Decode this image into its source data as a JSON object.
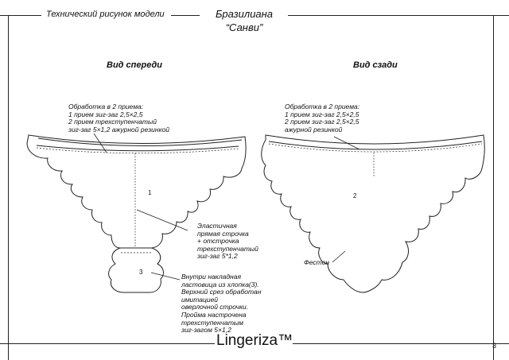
{
  "header": {
    "left_title": "Технический рисунок модели",
    "model_type": "Бразилиана",
    "model_name": "“Санви”"
  },
  "views": {
    "front": {
      "title": "Вид спереди",
      "part_number": "1",
      "gusset_number": "3",
      "waist_note": [
        "Обработка в 2 приема:",
        "1 прием зиг-заг 2,5×2,5",
        "2 прием трехступенчатый",
        "зиг-заг 5×1,2 ажурной резинкой"
      ],
      "seam_note": [
        "Эластичная",
        "прямая строчка",
        "+ отстрочка",
        "трехступенчатый",
        "зиг-заг 5*1,2"
      ],
      "gusset_note": [
        "Внутри накладная",
        "ластовица из хлопка(3).",
        "Верхний срез обработан",
        "имитацией",
        "оверлочной строчки.",
        "Пройма настрочена",
        "трехступенчатым",
        "зиг-загом 5×1,2"
      ]
    },
    "back": {
      "title": "Вид сзади",
      "part_number": "2",
      "waist_note": [
        "Обработка в 2 приема:",
        "1 прием зиг-заг 2,5×2,5",
        "2 прием зиг-заг 2,5×2,5",
        "ажурной резинкой"
      ],
      "edge_label": "Фестон"
    }
  },
  "footer": {
    "brand": "Lingeriza™",
    "page_number": "3"
  }
}
